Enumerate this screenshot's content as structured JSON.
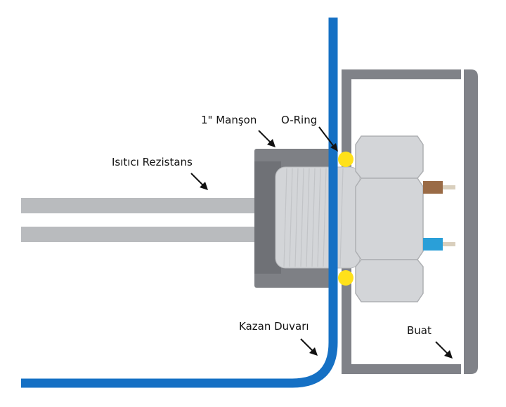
{
  "labels": {
    "manson": "1\" Manşon",
    "oring": "O-Ring",
    "heater": "Isıtıcı Rezistans",
    "wall": "Kazan Duvarı",
    "box": "Buat"
  },
  "colors": {
    "wall_blue": "#1570c4",
    "light_gray": "#b9bbbe",
    "fitting_gray": "#d3d5d8",
    "sleeve_gray": "#7e8085",
    "box_gray": "#808288",
    "oring_yellow": "#ffe11a",
    "brown_terminal": "#9a6b46",
    "blue_terminal": "#2a9fd8",
    "pin": "#d9cfbd"
  },
  "icons": [
    "arrow-icon"
  ]
}
